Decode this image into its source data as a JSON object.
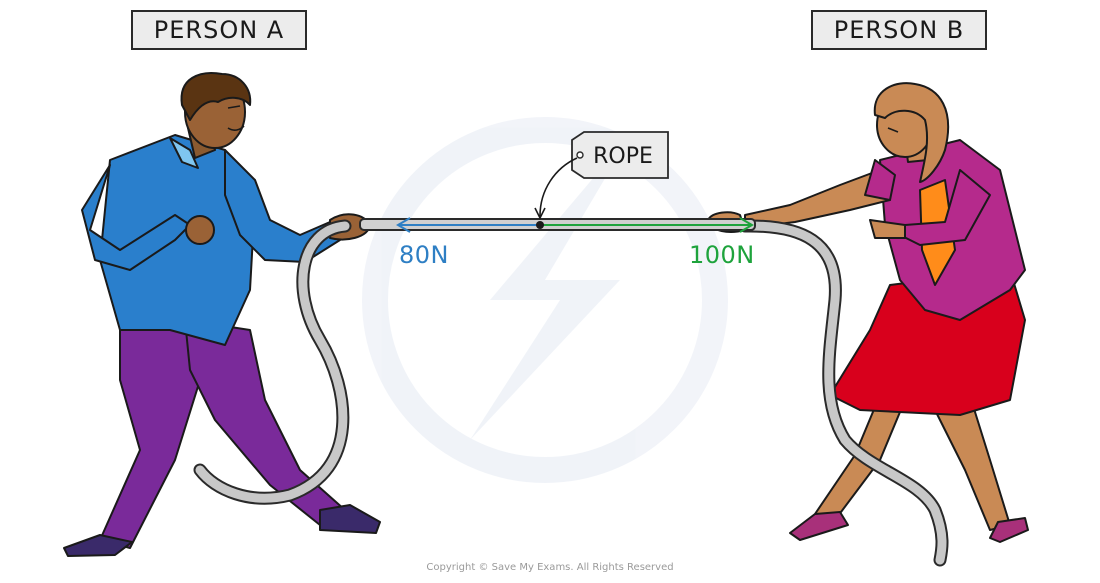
{
  "labels": {
    "person_a": "PERSON A",
    "person_b": "PERSON B",
    "rope": "ROPE"
  },
  "forces": {
    "left": "80N",
    "right": "100N"
  },
  "colors": {
    "left_force": "#2e7fc4",
    "right_force": "#1ea33c",
    "shirt_a": "#2a7fcc",
    "trousers_a": "#7a2a9a",
    "top_b": "#b52a8c",
    "skirt_b": "#d8001c",
    "skin": "#c98a55"
  },
  "footer": {
    "copyright": "Copyright © Save My Exams. All Rights Reserved"
  }
}
